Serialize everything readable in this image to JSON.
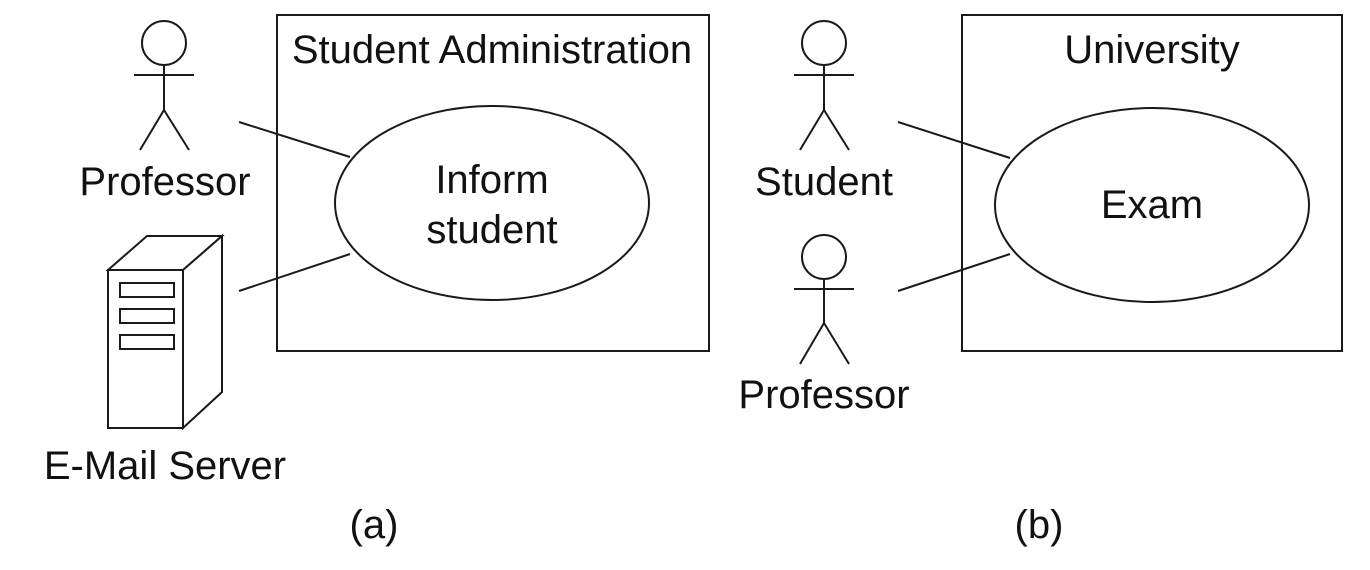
{
  "panel_a": {
    "system_title": "Student Administration",
    "use_case": [
      "Inform",
      "student"
    ],
    "actor_professor": "Professor",
    "actor_server": "E-Mail Server",
    "caption": "(a)"
  },
  "panel_b": {
    "system_title": "University",
    "use_case": [
      "Exam"
    ],
    "actor_student": "Student",
    "actor_professor": "Professor",
    "caption": "(b)"
  }
}
